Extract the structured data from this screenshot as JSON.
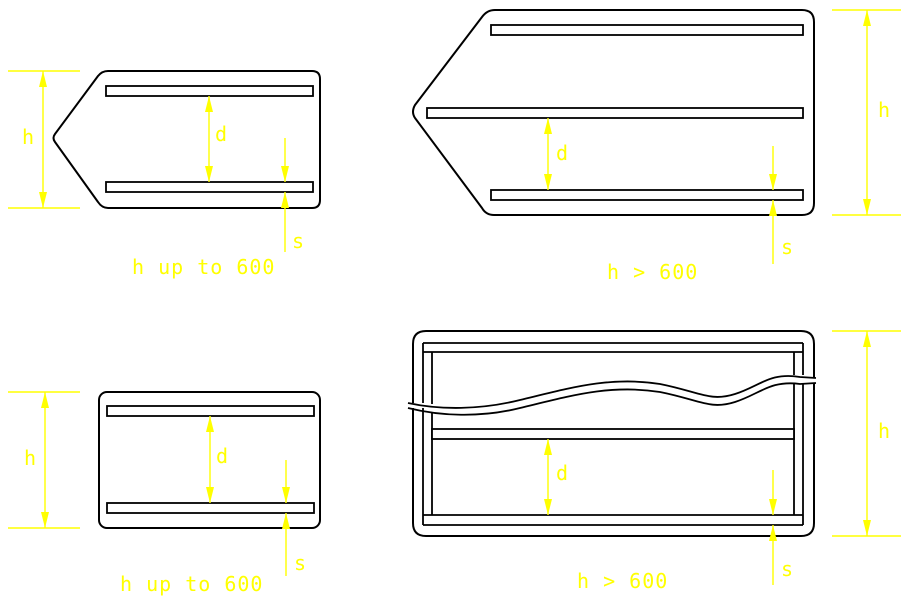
{
  "colors": {
    "outline": "#000000",
    "dimension": "#ffff00",
    "background": "#ffffff"
  },
  "labels": {
    "height": "h",
    "distance": "d",
    "spacing": "s"
  },
  "captions": {
    "top_left": "h up to 600",
    "top_right": "h > 600",
    "bottom_left": "h up to 600",
    "bottom_right": "h > 600"
  }
}
